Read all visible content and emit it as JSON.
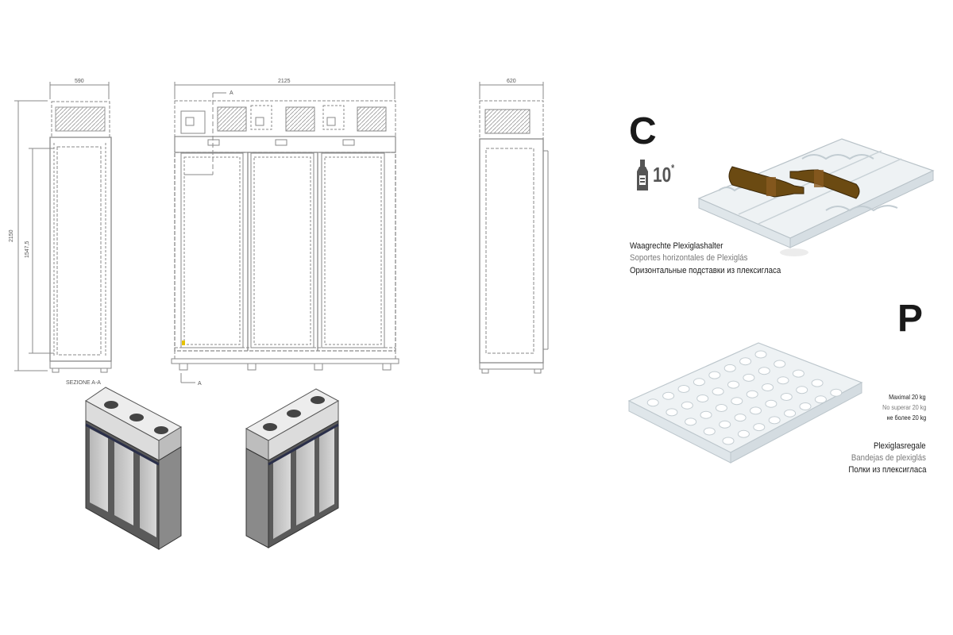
{
  "drawings": {
    "side_view": {
      "width_dim": "590",
      "height_dim": "2150",
      "inner_height_dim": "1547,5",
      "section_label": "SEZIONE A-A"
    },
    "front_view": {
      "width_dim": "2125",
      "section_mark_top": "A",
      "section_mark_bottom": "A"
    },
    "rear_view": {
      "width_dim": "620"
    }
  },
  "accessory_c": {
    "letter": "C",
    "capacity": "10",
    "capacity_note": "*",
    "icon": "wine-bottle-icon",
    "label_de": "Waagrechte Plexiglashalter",
    "label_es": "Soportes horizontales de Plexiglás",
    "label_ru": "Оризонтальные подставки из плексигласа"
  },
  "accessory_p": {
    "letter": "P",
    "max_load_de": "Maximal 20 kg",
    "max_load_es": "No superar 20 kg",
    "max_load_ru": "не более 20 kg",
    "label_de": "Plexiglasregale",
    "label_es": "Bandejas de plexiglás",
    "label_ru": "Полки из плексигласа"
  },
  "colors": {
    "line": "#8a8a8a",
    "cabinet_dark": "#5a5a5a",
    "cabinet_glass": "#c4c4c4",
    "plexi": "#e6ecef",
    "bottle": "#6b4a12",
    "text_gray": "#7a7a7a"
  }
}
